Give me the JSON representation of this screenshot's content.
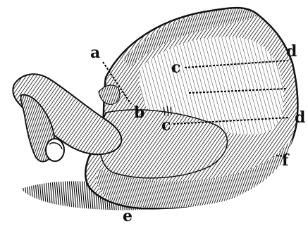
{
  "figure": {
    "labels": {
      "a": "a",
      "b": "b",
      "c_upper": "c",
      "c_lower": "c",
      "d_upper": "d",
      "d_lower": "d",
      "e": "e",
      "f": "f"
    },
    "ink_color": "#111111",
    "paper_color": "#ffffff"
  }
}
